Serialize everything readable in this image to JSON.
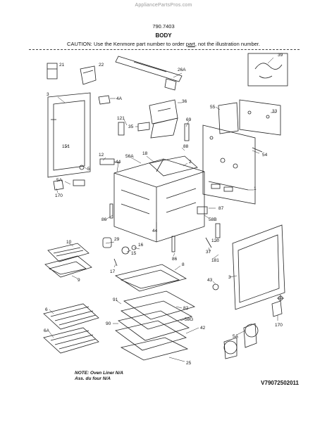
{
  "watermark": "AppliancePartsPros.com",
  "model": "790.7403",
  "section_title": "BODY",
  "caution": {
    "prefix": "CAUTION: Use the Kenmore part number to order ",
    "underlined": "part",
    "suffix": ", not the illustration number."
  },
  "note_line1": "NOTE: Oven Liner N/A",
  "note_line2": "Ass. du four N/A",
  "diagram_code": "V79072502011",
  "callouts": [
    "21",
    "22",
    "39",
    "26A",
    "3",
    "4A",
    "36",
    "55",
    "33",
    "121",
    "35",
    "69",
    "151",
    "54",
    "12",
    "56A",
    "18",
    "2",
    "88",
    "1",
    "5",
    "44",
    "170",
    "5A",
    "87",
    "58B",
    "86",
    "44",
    "120",
    "37",
    "181",
    "10",
    "29",
    "15",
    "16",
    "3",
    "86",
    "9",
    "8",
    "17",
    "43",
    "91",
    "82",
    "90",
    "58G",
    "42",
    "6",
    "6A",
    "170",
    "5A",
    "25"
  ],
  "icons": [
    "gear-icon"
  ]
}
